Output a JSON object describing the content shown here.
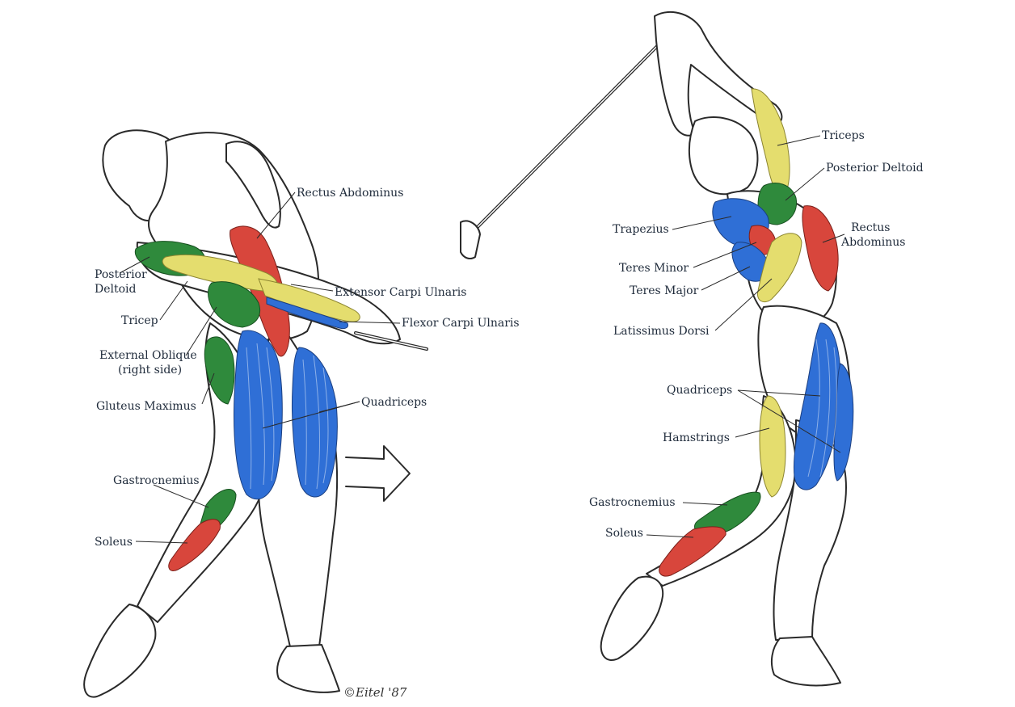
{
  "colors": {
    "blue": "#2f6fd6",
    "red": "#d8463c",
    "green": "#2f8a3c",
    "yellow": "#e4dd6e",
    "outline": "#2a2a2a"
  },
  "left_figure": {
    "labels": {
      "rectus_abdominus": "Rectus Abdominus",
      "posterior_deltoid_1": "Posterior",
      "posterior_deltoid_2": "Deltoid",
      "extensor_carpi_ulnaris": "Extensor Carpi Ulnaris",
      "flexor_carpi_ulnaris": "Flexor Carpi Ulnaris",
      "tricep": "Tricep",
      "external_oblique_1": "External Oblique",
      "external_oblique_2": "(right side)",
      "gluteus_maximus": "Gluteus Maximus",
      "quadriceps": "Quadriceps",
      "gastrocnemius": "Gastrocnemius",
      "soleus": "Soleus"
    }
  },
  "right_figure": {
    "labels": {
      "triceps": "Triceps",
      "posterior_deltoid": "Posterior Deltoid",
      "trapezius": "Trapezius",
      "rectus_abdominus_1": "Rectus",
      "rectus_abdominus_2": "Abdominus",
      "teres_minor": "Teres Minor",
      "teres_major": "Teres Major",
      "latissimus_dorsi": "Latissimus Dorsi",
      "quadriceps": "Quadriceps",
      "hamstrings": "Hamstrings",
      "gastrocnemius": "Gastrocnemius",
      "soleus": "Soleus"
    }
  },
  "signature": "©Eitel '87"
}
